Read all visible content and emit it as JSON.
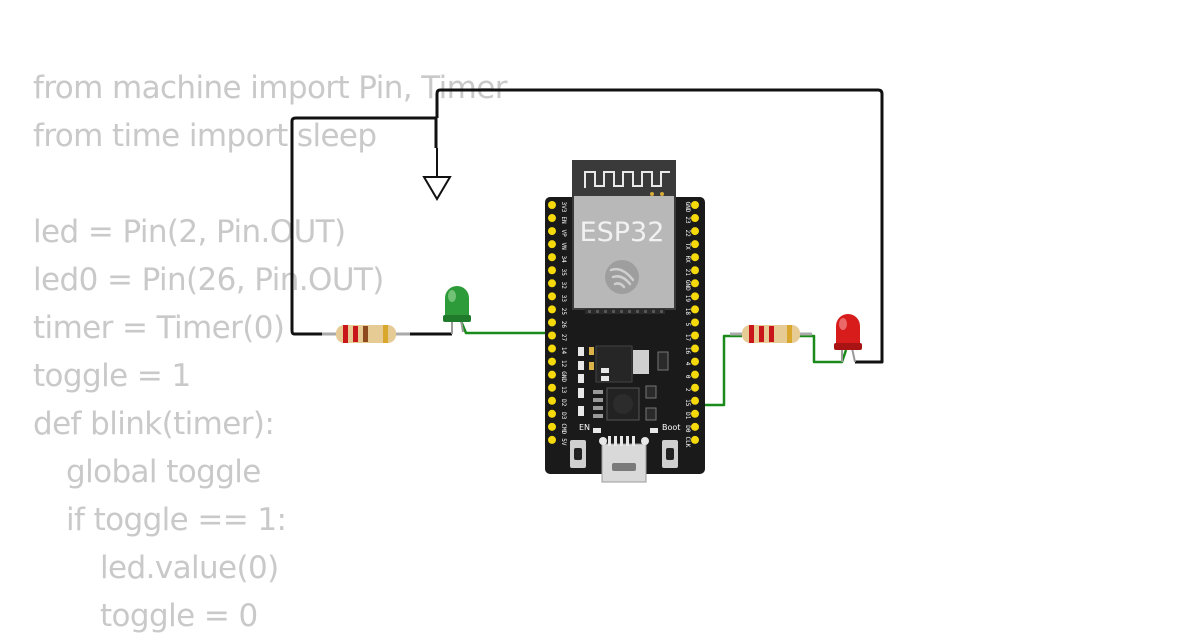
{
  "code_lines": [
    "from machine import Pin, Timer",
    "from time import sleep",
    "",
    "led = Pin(2, Pin.OUT)",
    "led0 = Pin(26, Pin.OUT)",
    "timer = Timer(0)",
    "toggle = 1",
    "def blink(timer):",
    "global toggle",
    "if toggle == 1:",
    "led.value(0)",
    "toggle = 0"
  ],
  "board": {
    "name": "ESP32",
    "button_en": "EN",
    "button_boot": "Boot",
    "left_pins": [
      "3V3",
      "EN",
      "VP",
      "VN",
      "34",
      "35",
      "32",
      "33",
      "25",
      "26",
      "27",
      "14",
      "12",
      "GND",
      "13",
      "D2",
      "D3",
      "CMD",
      "5V"
    ],
    "right_pins": [
      "GND",
      "23",
      "22",
      "TX",
      "RX",
      "21",
      "GND",
      "19",
      "18",
      "5",
      "17",
      "16",
      "4",
      "0",
      "2",
      "15",
      "D1",
      "D0",
      "CLK"
    ]
  },
  "components": {
    "led_left": {
      "color": "#2e9b3a",
      "label": "green-led"
    },
    "led_right": {
      "color": "#d81c1c",
      "label": "red-led"
    },
    "wire_signal_color": "#1a8a1a",
    "wire_ground_color": "#111111"
  }
}
